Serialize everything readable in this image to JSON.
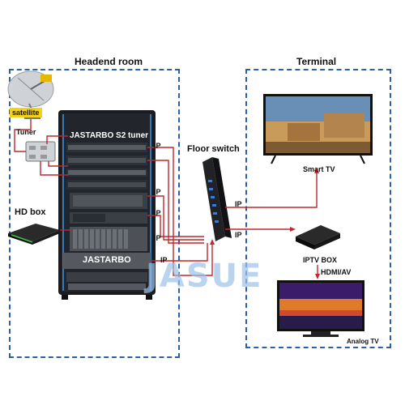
{
  "headend": {
    "title": "Headend room"
  },
  "terminal": {
    "title": "Terminal"
  },
  "satellite": {
    "label": "satellite"
  },
  "tuner": {
    "label": "Tuner"
  },
  "hdbox": {
    "label": "HD box"
  },
  "rack": {
    "top_label": "JASTARBO S2 tuner",
    "bottom_label": "JASTARBO"
  },
  "floor_switch": {
    "label": "Floor switch"
  },
  "links": {
    "ip": "IP"
  },
  "smart_tv": {
    "label": "Smart TV"
  },
  "iptv_box": {
    "label": "IPTV BOX"
  },
  "hdmi": {
    "label": "HDMI/AV"
  },
  "analog_tv": {
    "label": "Analog TV"
  },
  "watermark": {
    "text": "JASUE"
  },
  "colors": {
    "dashed_border": "#2d5fa8",
    "cable_red": "#c0282d",
    "rack_body": "#1a1c20"
  }
}
